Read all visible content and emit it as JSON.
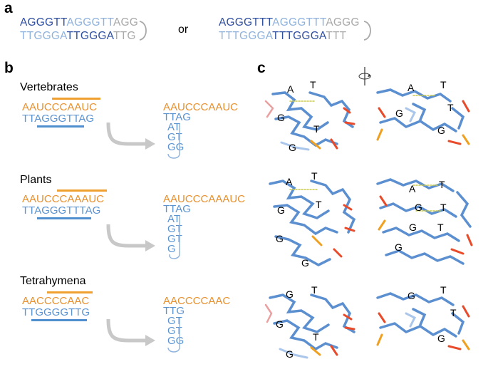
{
  "panel_a": {
    "label": "a",
    "left": {
      "top_dark": "AGGGTT",
      "top_light": "AGGGTT",
      "top_grey": "AGG",
      "bot_light": "TTGGGA",
      "bot_dark": "TTGGGA",
      "bot_grey": "TTG"
    },
    "or": "or",
    "right": {
      "top_dark": "AGGGTTT",
      "top_light": "AGGGTTT",
      "top_grey": "AGGG",
      "bot_light": "TTTGGGA",
      "bot_dark": "TTTGGGA",
      "bot_grey": "TTT"
    }
  },
  "panel_b": {
    "label": "b",
    "groups": [
      {
        "name": "Vertebrates",
        "template": "AAUCCCAAUC",
        "telomere": "TTAGGGTTAG",
        "hp_top": "AAUCCCAAUC",
        "hp_lines": [
          "TTAG",
          "AT",
          "GT",
          "GG"
        ]
      },
      {
        "name": "Plants",
        "template": "AAUCCCAAAUC",
        "telomere": "TTAGGGTTTAG",
        "hp_top": "AAUCCCAAAUC",
        "hp_lines": [
          "TTAG",
          "AT",
          "GT",
          "GT",
          "G"
        ]
      },
      {
        "name": "Tetrahymena",
        "template": "AACCCCAAC",
        "telomere": "TTGGGGTTG",
        "hp_top": "AACCCCAAC",
        "hp_lines": [
          "TTG",
          "GT",
          "GT",
          "GG"
        ]
      }
    ]
  },
  "panel_c": {
    "label": "c",
    "rows": [
      {
        "left": [
          "A",
          "T",
          "G",
          "T",
          "G"
        ],
        "right": [
          "A",
          "T",
          "G",
          "T",
          "G"
        ]
      },
      {
        "left": [
          "A",
          "T",
          "G",
          "T",
          "G",
          "G"
        ],
        "right": [
          "A",
          "T",
          "G",
          "T",
          "G",
          "T",
          "G"
        ]
      },
      {
        "left": [
          "G",
          "T",
          "G",
          "T",
          "G"
        ],
        "right": [
          "G",
          "T",
          "T",
          "G"
        ]
      }
    ]
  }
}
